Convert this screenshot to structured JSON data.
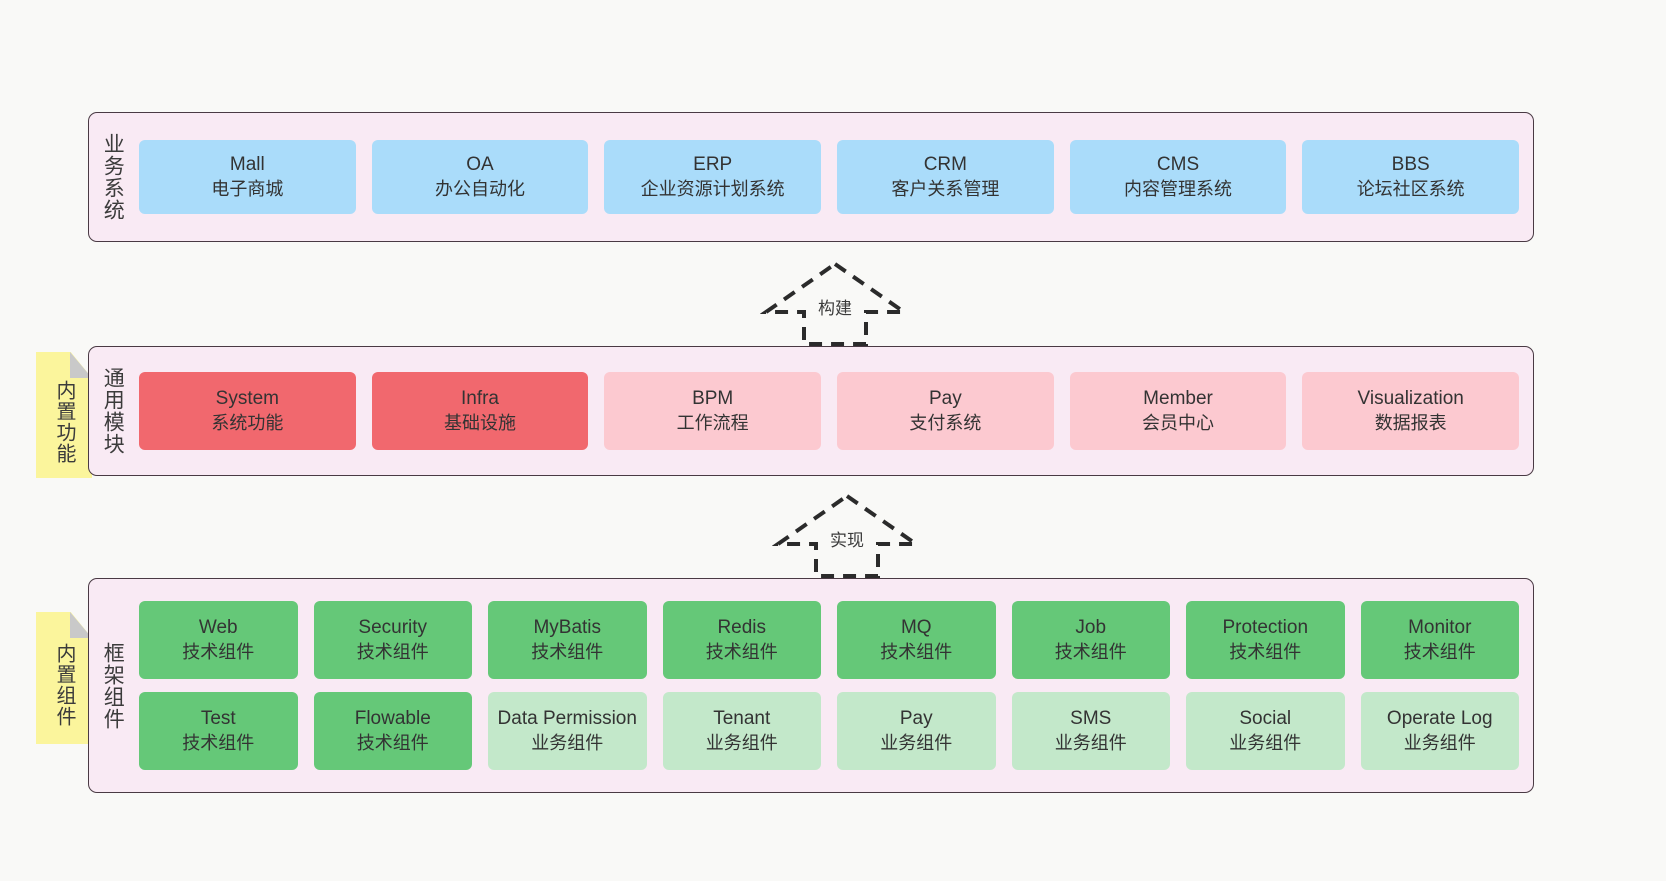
{
  "diagram": {
    "background": "#f9f9f7",
    "band_fill": "#f9eaf4",
    "band_border": "#4a3a44",
    "sticky_fill": "#fbf59c",
    "colors": {
      "blue": "#aadcfa",
      "red": "#f1686e",
      "pink_light": "#fcc9d0",
      "green": "#65c878",
      "green_light": "#c3e8ca"
    }
  },
  "sticky_notes": [
    {
      "id": "common",
      "label": "内置功能"
    },
    {
      "id": "frame",
      "label": "内置组件"
    }
  ],
  "connectors": [
    {
      "id": "build",
      "label": "构建",
      "style": "dashed-block-arrow-up"
    },
    {
      "id": "impl",
      "label": "实现",
      "style": "dashed-block-arrow-up"
    }
  ],
  "bands": {
    "business": {
      "title": "业务系统",
      "rows": [
        [
          {
            "en": "Mall",
            "cn": "电子商城",
            "color": "blue"
          },
          {
            "en": "OA",
            "cn": "办公自动化",
            "color": "blue"
          },
          {
            "en": "ERP",
            "cn": "企业资源计划系统",
            "color": "blue"
          },
          {
            "en": "CRM",
            "cn": "客户关系管理",
            "color": "blue"
          },
          {
            "en": "CMS",
            "cn": "内容管理系统",
            "color": "blue"
          },
          {
            "en": "BBS",
            "cn": "论坛社区系统",
            "color": "blue"
          }
        ]
      ]
    },
    "common": {
      "title": "通用模块",
      "rows": [
        [
          {
            "en": "System",
            "cn": "系统功能",
            "color": "red"
          },
          {
            "en": "Infra",
            "cn": "基础设施",
            "color": "red"
          },
          {
            "en": "BPM",
            "cn": "工作流程",
            "color": "pink_light"
          },
          {
            "en": "Pay",
            "cn": "支付系统",
            "color": "pink_light"
          },
          {
            "en": "Member",
            "cn": "会员中心",
            "color": "pink_light"
          },
          {
            "en": "Visualization",
            "cn": "数据报表",
            "color": "pink_light"
          }
        ]
      ]
    },
    "frame": {
      "title": "框架组件",
      "rows": [
        [
          {
            "en": "Web",
            "cn": "技术组件",
            "color": "green"
          },
          {
            "en": "Security",
            "cn": "技术组件",
            "color": "green"
          },
          {
            "en": "MyBatis",
            "cn": "技术组件",
            "color": "green"
          },
          {
            "en": "Redis",
            "cn": "技术组件",
            "color": "green"
          },
          {
            "en": "MQ",
            "cn": "技术组件",
            "color": "green"
          },
          {
            "en": "Job",
            "cn": "技术组件",
            "color": "green"
          },
          {
            "en": "Protection",
            "cn": "技术组件",
            "color": "green"
          },
          {
            "en": "Monitor",
            "cn": "技术组件",
            "color": "green"
          }
        ],
        [
          {
            "en": "Test",
            "cn": "技术组件",
            "color": "green"
          },
          {
            "en": "Flowable",
            "cn": "技术组件",
            "color": "green"
          },
          {
            "en": "Data Permission",
            "cn": "业务组件",
            "color": "green_light"
          },
          {
            "en": "Tenant",
            "cn": "业务组件",
            "color": "green_light"
          },
          {
            "en": "Pay",
            "cn": "业务组件",
            "color": "green_light"
          },
          {
            "en": "SMS",
            "cn": "业务组件",
            "color": "green_light"
          },
          {
            "en": "Social",
            "cn": "业务组件",
            "color": "green_light"
          },
          {
            "en": "Operate Log",
            "cn": "业务组件",
            "color": "green_light"
          }
        ]
      ]
    }
  }
}
